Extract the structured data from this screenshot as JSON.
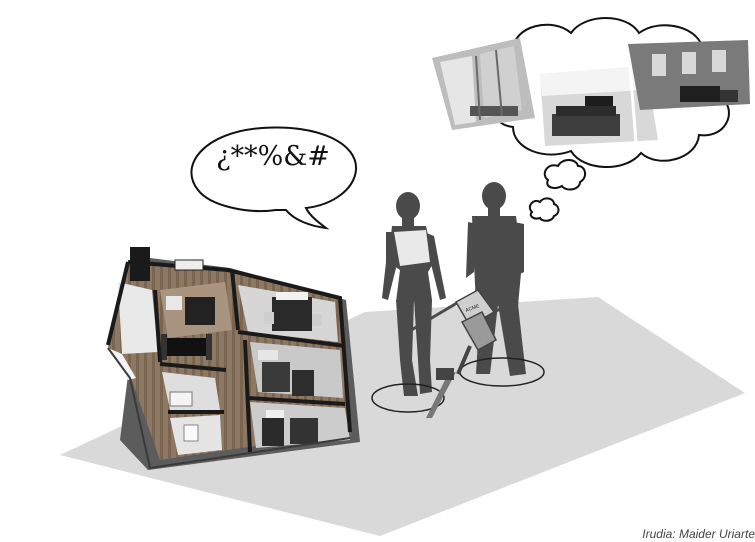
{
  "speech_bubble": {
    "text": "¿**%&#"
  },
  "credit": {
    "text": "Irudia: Maider Uriarte"
  },
  "jackhammer": {
    "brand": "ACME"
  },
  "colors": {
    "floor": "#d9d9d9",
    "silhouette": "#4a4a4a",
    "wood": "#8a7560",
    "wall": "#1f1f1f"
  },
  "icons": [
    "speech-bubble",
    "thought-cloud",
    "floor-plan",
    "person-silhouette",
    "jackhammer"
  ]
}
